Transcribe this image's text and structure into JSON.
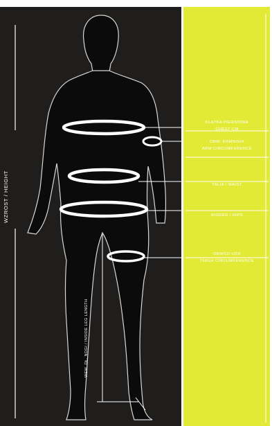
{
  "colors": {
    "dark_panel": "#1f1e1c",
    "lime_panel": "#e3ea35",
    "figure": "#0b0b0b",
    "lines": "#ffffff"
  },
  "height_label": "WZROST / HEIGHT",
  "inside_leg_label": "WEW. DŁ. NOGI / INSIDE LEG LENGTH",
  "measurements": [
    {
      "id": "chest",
      "pl": "KLATKA PIERSIOWA",
      "en": "CHEST CM"
    },
    {
      "id": "arm",
      "pl": "OBW. RAMIENIA",
      "en": "ARM CIRCUMFERENCE"
    },
    {
      "id": "waist",
      "pl": "TALIA / WAIST",
      "en": ""
    },
    {
      "id": "hips",
      "pl": "BIODER / HIPS",
      "en": ""
    },
    {
      "id": "thigh",
      "pl": "OBWÓD UDA",
      "en": "THIGH CIRCUMFERENCE"
    }
  ]
}
